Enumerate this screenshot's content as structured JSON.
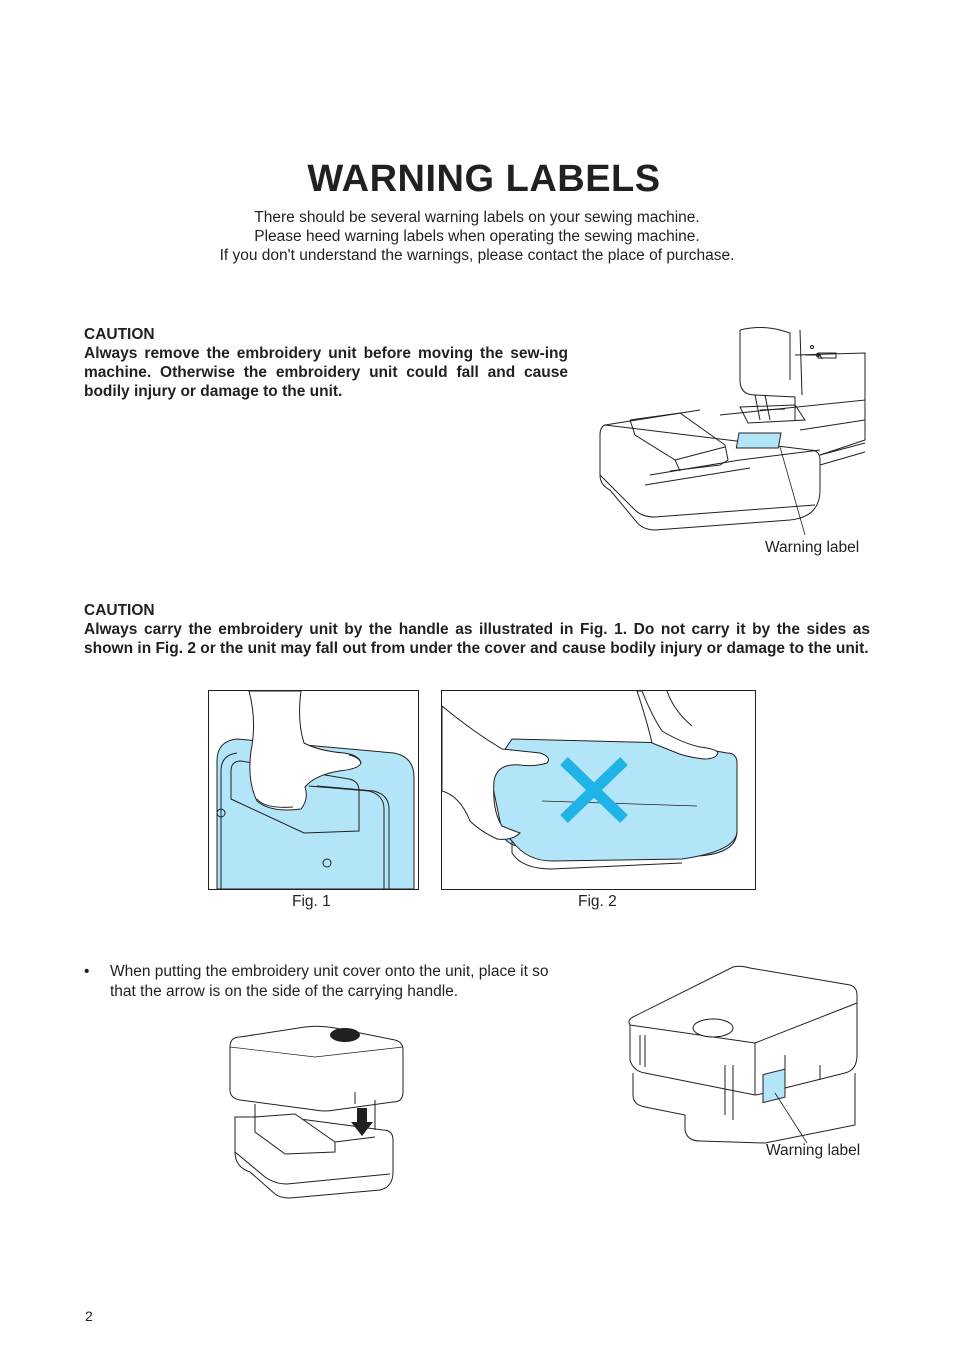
{
  "page": {
    "title": "WARNING LABELS",
    "intro_lines": [
      "There should be several warning labels on your sewing machine.",
      "Please heed warning labels when operating the sewing machine.",
      "If you don't understand the warnings, please contact the place of purchase."
    ],
    "page_number": "2"
  },
  "caution1": {
    "heading": "CAUTION",
    "text": "Always remove the embroidery unit before moving the sew-ing machine. Otherwise the embroidery unit could fall and cause bodily injury or damage to the unit.",
    "warning_label": "Warning label"
  },
  "caution2": {
    "heading": "CAUTION",
    "text": "Always carry the embroidery unit by the handle as illustrated in Fig. 1.  Do not carry it by the sides as shown in Fig. 2 or the unit may fall out from under the cover and cause bodily injury or damage to the unit.",
    "fig1_label": "Fig. 1",
    "fig2_label": "Fig. 2"
  },
  "note": {
    "bullet": "•",
    "text": "When putting the embroidery unit cover onto the unit, place it so that the arrow is on the side of the carrying handle.",
    "warning_label": "Warning label"
  },
  "colors": {
    "ink": "#231f20",
    "highlight_blue": "#b3e5f9",
    "cross_blue": "#1fb3e8"
  }
}
